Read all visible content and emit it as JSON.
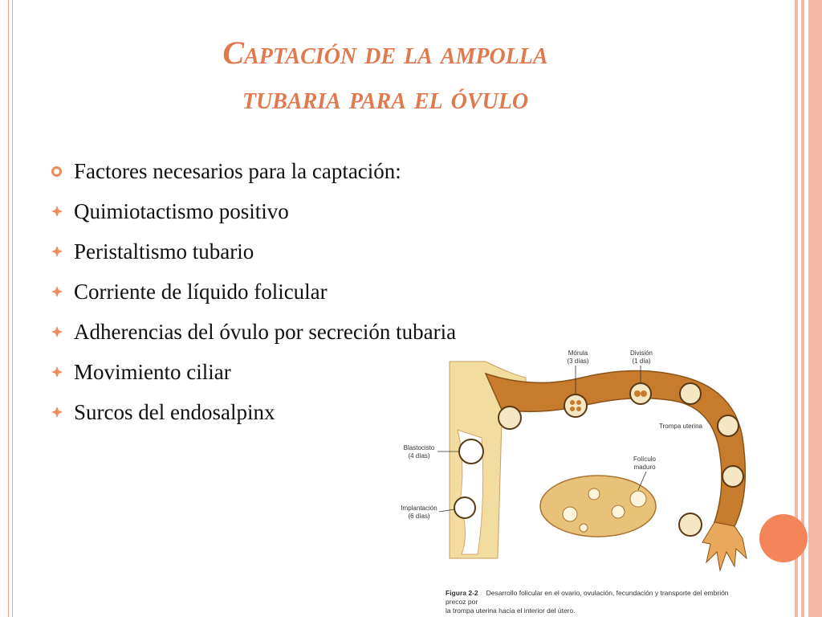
{
  "slide": {
    "title_line1": "Captación de la ampolla",
    "title_line2": "tubaria para el óvulo"
  },
  "content": {
    "heading": "Factores necesarios para la captación:",
    "items": [
      "Quimiotactismo positivo",
      "Peristaltismo tubario",
      "Corriente de líquido folicular",
      "Adherencias del óvulo por secreción tubaria",
      "Movimiento ciliar",
      "Surcos del endosalpinx"
    ]
  },
  "figure": {
    "labels": {
      "morula": "Mórula",
      "morula_days": "(3 días)",
      "division": "División",
      "division_days": "(1 día)",
      "trompa": "Trompa uterina",
      "foliculo": "Folículo",
      "foliculo_2": "maduro",
      "blastocisto": "Blastocisto",
      "blastocisto_days": "(4 días)",
      "implantacion": "Implantación",
      "implantacion_days": "(6 días)"
    },
    "caption_label": "Figura 2-2",
    "caption_line1": "Desarrollo folicular en el ovario, ovulación, fecundación y transporte del embrión precoz por",
    "caption_line2": "la trompa uterina hacia el interior del útero."
  },
  "colors": {
    "title": "#e07a4e",
    "accent": "#f08a5a",
    "tube": "#c77b2c",
    "tissue": "#f3dca0"
  }
}
